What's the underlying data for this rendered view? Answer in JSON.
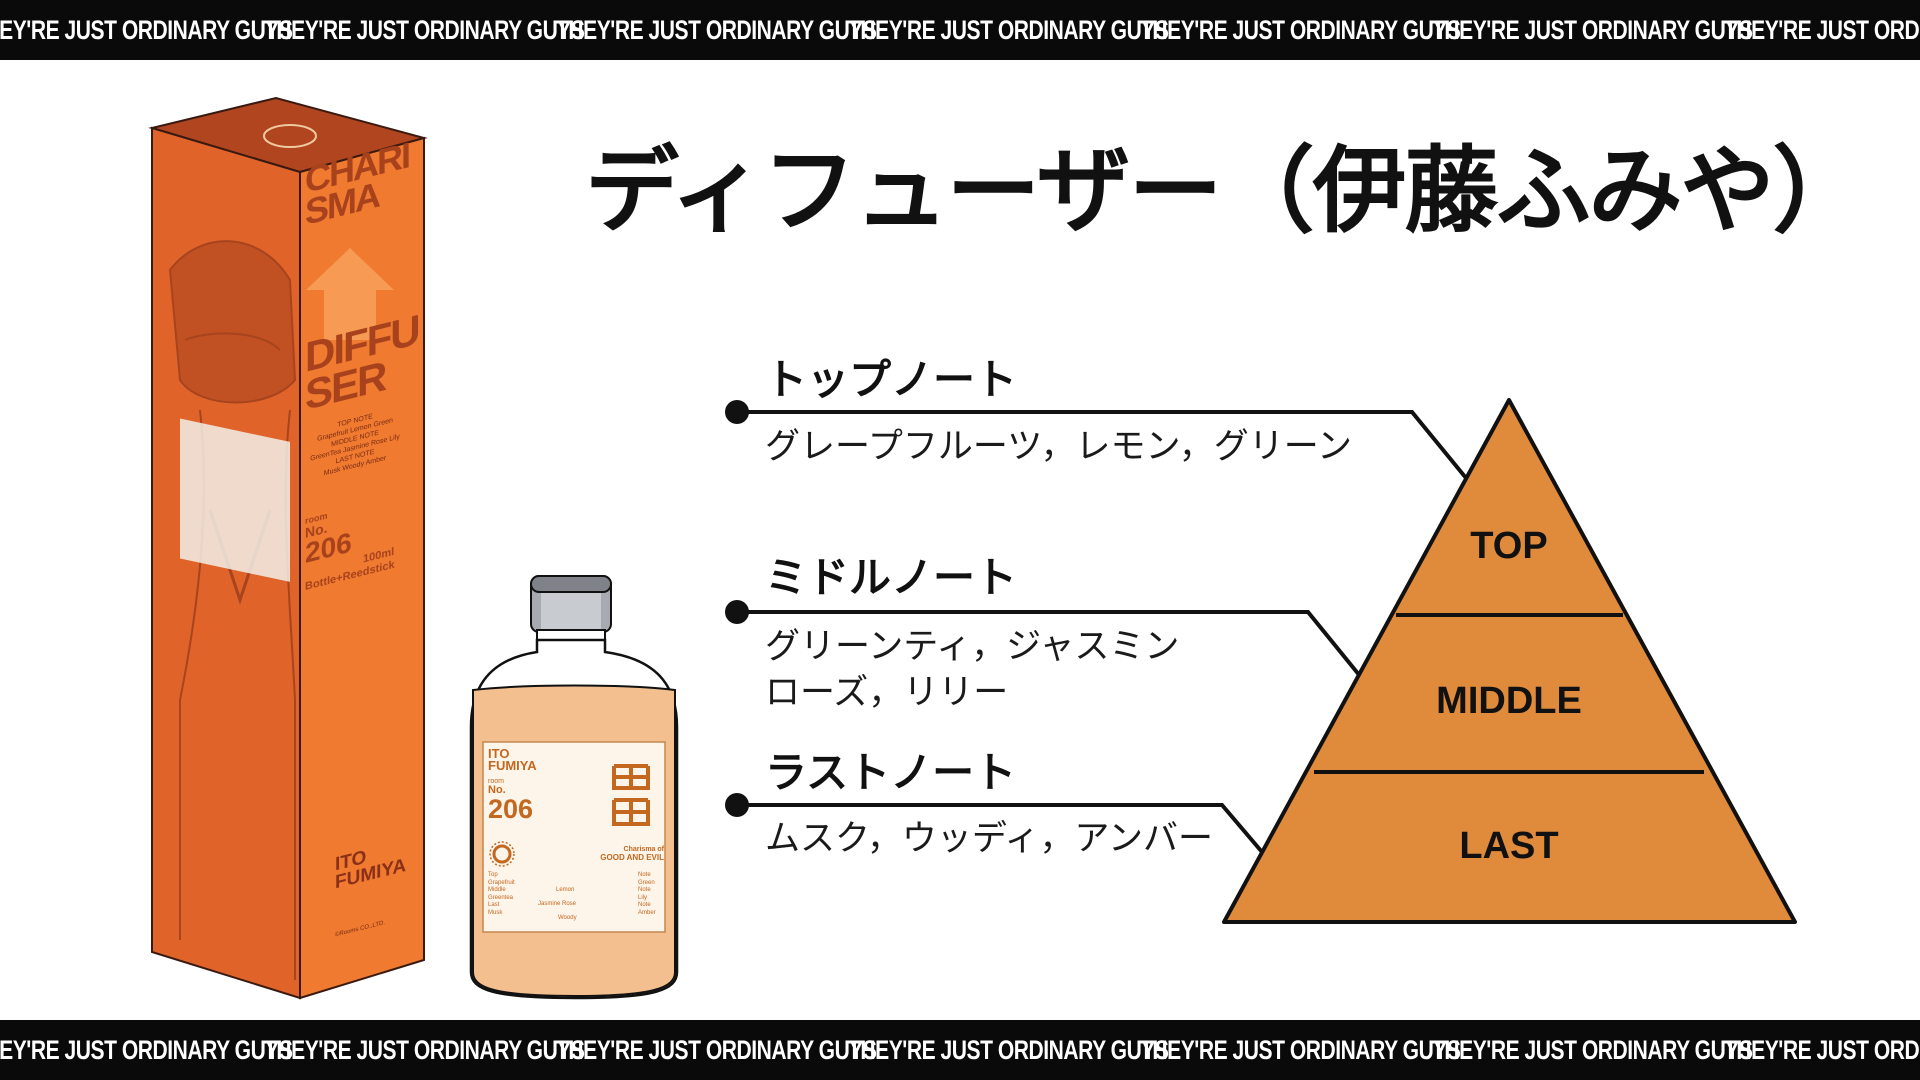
{
  "banner": {
    "text": "THEY'RE JUST ORDINARY GUYS",
    "background": "#0a0a0a",
    "text_color": "#ffffff"
  },
  "title": "ディフューザー（伊藤ふみや）",
  "notes": [
    {
      "heading": "トップノート",
      "values": [
        "グレープフルーツ，レモン，グリーン"
      ]
    },
    {
      "heading": "ミドルノート",
      "values": [
        "グリーンティ，ジャスミン",
        "ローズ，リリー"
      ]
    },
    {
      "heading": "ラストノート",
      "values": [
        "ムスク，ウッディ，アンバー"
      ]
    }
  ],
  "pyramid": {
    "fill": "#e08a3c",
    "levels": [
      "TOP",
      "MIDDLE",
      "LAST"
    ]
  },
  "box": {
    "color": "#e8732a",
    "brand": [
      "CHARI",
      "SMA"
    ],
    "product": [
      "DIFFU",
      "SER"
    ],
    "notes_text": [
      "TOP NOTE",
      "Grapefruit Lemon Green",
      "MIDDLE NOTE",
      "GreenTea Jasmine Rose Lily",
      "LAST NOTE",
      "Musk Woody Amber"
    ],
    "room_label": "room",
    "no_label": "No.",
    "room_number": "206",
    "volume": "100ml",
    "contents": "Bottle+Reedstick",
    "name": [
      "ITO",
      "FUMIYA"
    ],
    "copyright": "©Rooms CO.,LTD."
  },
  "bottle": {
    "liquid_color": "#f3bf8f",
    "name": [
      "ITO",
      "FUMIYA"
    ],
    "room_label": "room",
    "no_label": "No.",
    "room_number": "206",
    "tagline": [
      "Charisma of",
      "GOOD AND EVIL"
    ],
    "notes_rows": [
      "Top",
      "Grapefruit",
      "Middle",
      "Greentea",
      "Last",
      "Musk"
    ],
    "notes_mid": [
      "Lemon",
      "Jasmine  Rose",
      "Woody"
    ],
    "notes_right": [
      "Note",
      "Green",
      "Note",
      "Lily",
      "Note",
      "Amber"
    ]
  }
}
